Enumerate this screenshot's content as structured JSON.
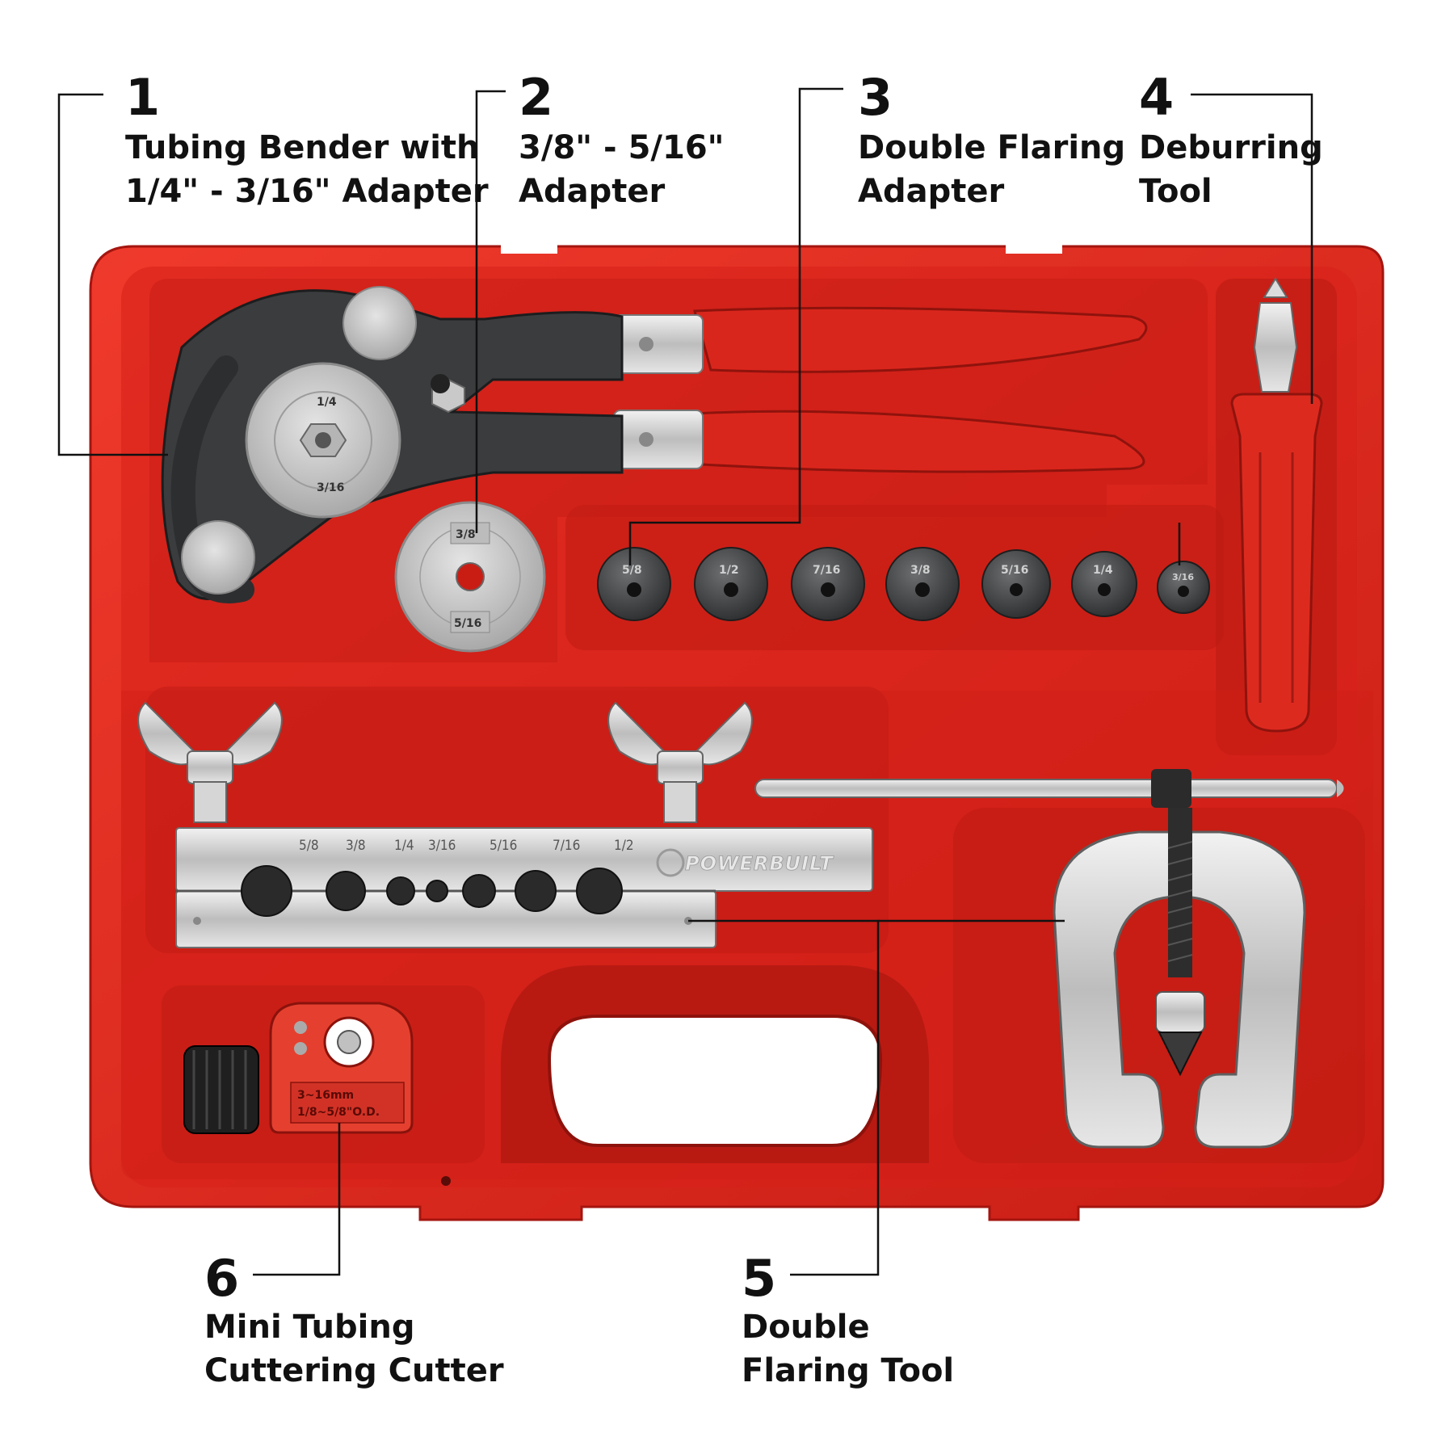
{
  "callouts": [
    {
      "number": "1",
      "line1": "Tubing Bender with",
      "line2": "1/4\" - 3/16\" Adapter"
    },
    {
      "number": "2",
      "line1": "3/8\" - 5/16\"",
      "line2": "Adapter"
    },
    {
      "number": "3",
      "line1": "Double Flaring",
      "line2": "Adapter"
    },
    {
      "number": "4",
      "line1": "Deburring",
      "line2": "Tool"
    },
    {
      "number": "5",
      "line1": "Double",
      "line2": "Flaring Tool"
    },
    {
      "number": "6",
      "line1": "Mini Tubing",
      "line2": "Cuttering Cutter"
    }
  ],
  "adapter_sizes": [
    "5/8",
    "1/2",
    "7/16",
    "3/8",
    "5/16",
    "1/4",
    "3/16"
  ],
  "flaring_bar_sizes": [
    "5/8",
    "3/8",
    "1/4",
    "3/16",
    "5/16",
    "7/16",
    "1/2"
  ],
  "bender_stamps": [
    "1/4",
    "3/16"
  ],
  "adapter_stamps": [
    "3/8",
    "5/16"
  ],
  "brand": "POWERBUILT",
  "cutter_stamp_line1": "3~16mm",
  "cutter_stamp_line2": "1/8~5/8\"O.D.",
  "colors": {
    "case_red": "#e1251b",
    "case_dark": "#b01812",
    "handle_red": "#d9261c",
    "steel": "#cfcfcf",
    "bender_black": "#3a3c3e"
  }
}
